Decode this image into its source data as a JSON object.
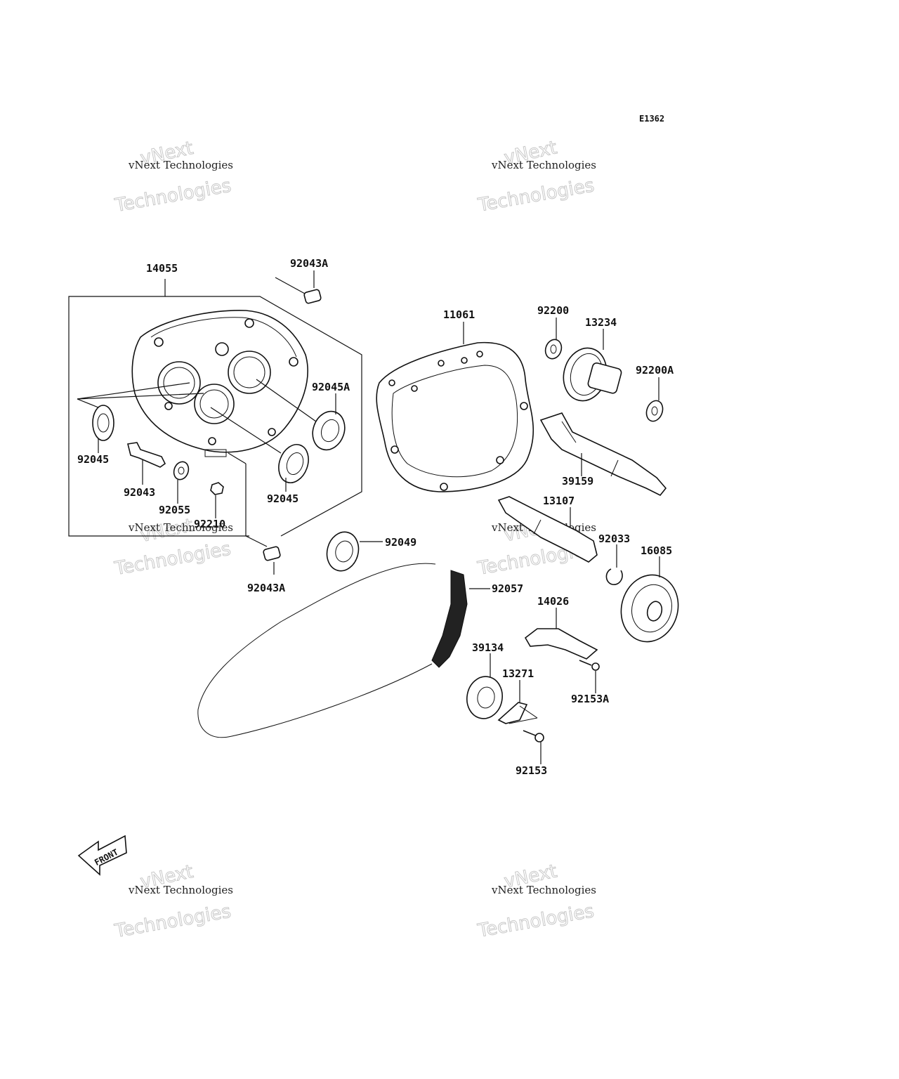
{
  "diagram": {
    "code": "E1362",
    "watermark_line1": "vNext Technologies",
    "watermark_line2": "Technologies",
    "watermark_line3": "vNext",
    "front_label": "FRONT",
    "parts": {
      "p14055": "14055",
      "p92043A_top": "92043A",
      "p11061": "11061",
      "p92200": "92200",
      "p13234": "13234",
      "p92200A": "92200A",
      "p92045A": "92045A",
      "p92045_left": "92045",
      "p92043": "92043",
      "p92055": "92055",
      "p92210": "92210",
      "p92045_mid": "92045",
      "p39159": "39159",
      "p13107": "13107",
      "p92049": "92049",
      "p92033": "92033",
      "p16085": "16085",
      "p92043A_bot": "92043A",
      "p92057": "92057",
      "p14026": "14026",
      "p39134": "39134",
      "p13271": "13271",
      "p92153A": "92153A",
      "p92153": "92153"
    }
  }
}
